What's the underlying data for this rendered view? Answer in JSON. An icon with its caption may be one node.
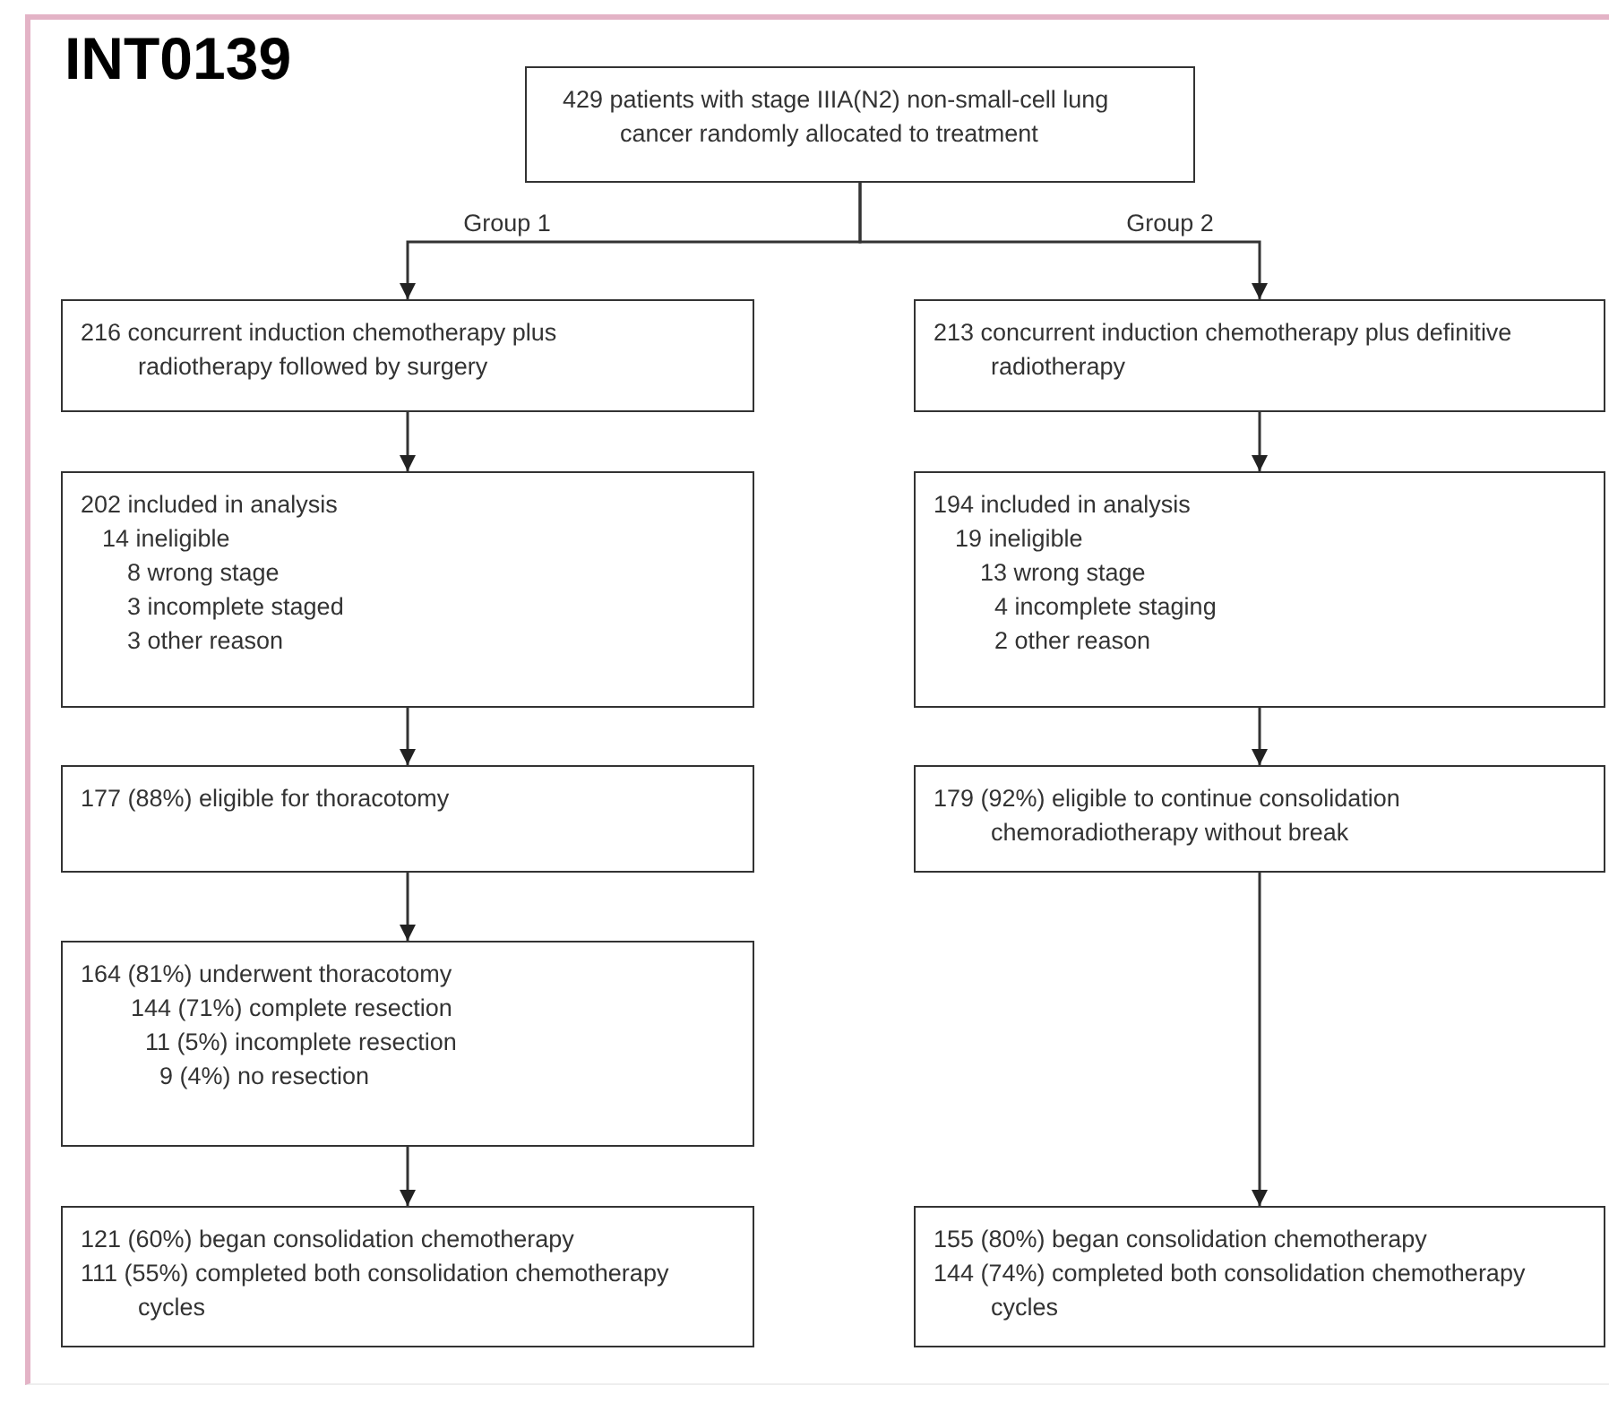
{
  "diagram": {
    "title": "INT0139",
    "nodes": [
      {
        "text": [
          "429 patients with stage IIIA(N2) non-small-cell lung cancer randomly allocated to treatment"
        ]
      },
      {
        "text": [
          "216 concurrent induction chemotherapy plus radiotherapy followed by surgery"
        ]
      },
      {
        "text": [
          "213 concurrent induction chemotherapy plus definitive radiotherapy"
        ]
      },
      {
        "text": [
          "202 included in analysis",
          "14 ineligible",
          "8 wrong stage",
          "3 incomplete staged",
          "3 other reason"
        ]
      },
      {
        "text": [
          "194 included in analysis",
          "19 ineligible",
          "13 wrong stage",
          "4 incomplete staging",
          "2 other reason"
        ]
      },
      {
        "text": [
          "177 (88%) eligible for thoracotomy"
        ]
      },
      {
        "text": [
          "179 (92%) eligible to continue consolidation chemoradiotherapy without break"
        ]
      },
      {
        "text": [
          "164 (81%) underwent thoracotomy",
          "144 (71%) complete resection",
          "11 (5%) incomplete resection",
          "9 (4%) no resection"
        ]
      },
      {
        "text": [
          "121 (60%) began consolidation chemotherapy",
          "111 (55%) completed both consolidation chemotherapy cycles"
        ]
      },
      {
        "text": [
          "155 (80%) began consolidation chemotherapy",
          "144 (74%) completed both consolidation chemotherapy cycles"
        ]
      }
    ],
    "edges": [
      {
        "from": 0,
        "to": 1,
        "arrow": "to",
        "label": "Group 1"
      },
      {
        "from": 0,
        "to": 2,
        "arrow": "to",
        "label": "Group 2"
      },
      {
        "from": 1,
        "to": 3,
        "arrow": "to"
      },
      {
        "from": 2,
        "to": 4,
        "arrow": "to"
      },
      {
        "from": 3,
        "to": 5,
        "arrow": "to"
      },
      {
        "from": 4,
        "to": 6,
        "arrow": "to"
      },
      {
        "from": 5,
        "to": 7,
        "arrow": "to"
      },
      {
        "from": 7,
        "to": 8,
        "arrow": "to"
      },
      {
        "from": 6,
        "to": 9,
        "arrow": "to"
      }
    ]
  }
}
